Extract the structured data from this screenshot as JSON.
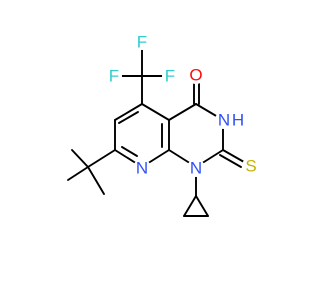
{
  "colors": {
    "background": "#ffffff",
    "bond": "#000000",
    "fluorine": "#33cccc",
    "oxygen": "#ff0d0d",
    "nitrogen": "#3050f8",
    "sulfur": "#c6b300"
  },
  "labels": {
    "f_top": "F",
    "f_left": "F",
    "f_right": "F",
    "oxygen": "O",
    "nh": "N",
    "nh_h": "H",
    "n_pyridine": "N",
    "n1": "N",
    "sulfur": "S"
  }
}
